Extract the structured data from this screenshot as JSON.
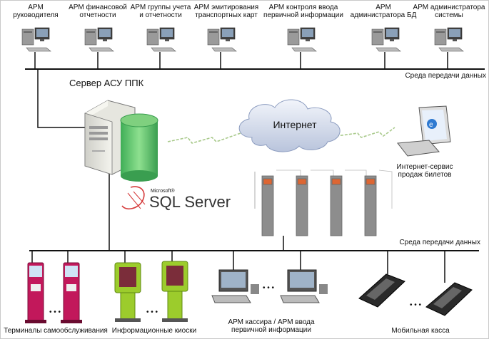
{
  "top_workstations": [
    {
      "line1": "АРМ",
      "line2": "руководителя"
    },
    {
      "line1": "АРМ финансовой",
      "line2": "отчетности"
    },
    {
      "line1": "АРМ группы учета",
      "line2": "и отчетности"
    },
    {
      "line1": "АРМ эмитирования",
      "line2": "транспортных карт"
    },
    {
      "line1": "АРМ контроля ввода",
      "line2": "первичной информации"
    },
    {
      "line1": "АРМ",
      "line2": "администратора БД"
    },
    {
      "line1": "АРМ администратора",
      "line2": "системы"
    }
  ],
  "top_network_label": "Среда передачи данных",
  "server_label": "Сервер АСУ ППК",
  "internet_label": "Интернет",
  "internet_service": {
    "line1": "Интернет-сервис",
    "line2": "продаж билетов"
  },
  "sql_logo": {
    "brand": "Microsoft®",
    "product": "SQL Server"
  },
  "bottom_network_label": "Среда передачи данных",
  "bottom_groups": {
    "terminals": "Терминалы самообслуживания",
    "kiosks": "Информационные киоски",
    "cashier": {
      "line1": "АРМ кассира / АРМ ввода",
      "line2": "первичной информации"
    },
    "mobile": "Мобильная касса"
  },
  "ellipsis": "• • •",
  "colors": {
    "terminal": "#c2185b",
    "kiosk": "#9ccc2c",
    "db": "#59c26b",
    "cloud": "#dfe6f3"
  }
}
